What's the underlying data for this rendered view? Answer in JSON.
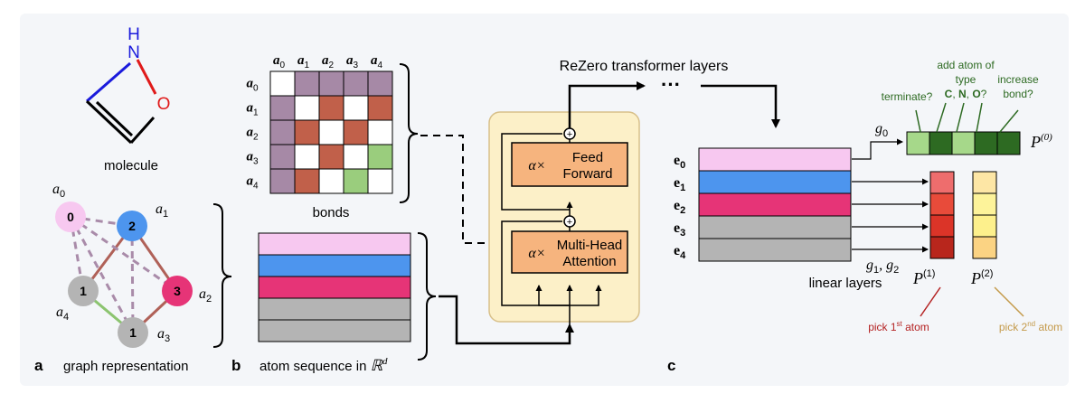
{
  "colors": {
    "panel_bg": "#f4f6f9",
    "pink": "#f7c8f0",
    "blue": "#4d95ee",
    "magenta": "#e63477",
    "gray": "#b4b4b4",
    "purple": "#a689a6",
    "brown": "#c1604a",
    "green": "#9acd7d",
    "orange_block": "#f6b47e",
    "transformer_bg": "#fcf0c8",
    "dark_green": "#2d6a22",
    "light_green": "#a6d88a",
    "red1": "#ee6d6d",
    "red2": "#e84b3a",
    "red3": "#db3428",
    "red4": "#b8261c",
    "yellow1": "#fde6a5",
    "yellow2": "#fdf39a",
    "yellow3": "#fdf08c",
    "yellow4": "#fbd383",
    "atom_red_text": "#b42222",
    "atom_gold_text": "#c49a4a"
  },
  "panel_a": {
    "molecule_label": "molecule",
    "atom_N": "N",
    "atom_H": "H",
    "atom_O": "O",
    "node_labels": [
      "0",
      "2",
      "3",
      "1",
      "1"
    ],
    "node_atoms": [
      "a",
      "a",
      "a",
      "a",
      "a"
    ],
    "node_subs": [
      "0",
      "1",
      "2",
      "3",
      "4"
    ],
    "letter": "a",
    "caption": "graph representation"
  },
  "panel_b": {
    "col_headers": [
      "a",
      "a",
      "a",
      "a",
      "a"
    ],
    "row_headers": [
      "a",
      "a",
      "a",
      "a",
      "a"
    ],
    "subs": [
      "0",
      "1",
      "2",
      "3",
      "4"
    ],
    "bonds_label": "bonds",
    "letter": "b",
    "caption": "atom sequence in ",
    "caption_math": "ℝ",
    "caption_sup": "d"
  },
  "transformer": {
    "title": "ReZero transformer layers",
    "ellipsis": "···",
    "ff_alpha": "α×",
    "ff_line1": "Feed",
    "ff_line2": "Forward",
    "mha_alpha": "α×",
    "mha_line1": "Multi-Head",
    "mha_line2": "Attention",
    "plus": "+"
  },
  "panel_c": {
    "emb_labels": [
      "e",
      "e",
      "e",
      "e",
      "e"
    ],
    "emb_subs": [
      "0",
      "1",
      "2",
      "3",
      "4"
    ],
    "g0": "g",
    "g0_sub": "0",
    "g12": "g",
    "g12_sub1": "1",
    "g12_sep": ", g",
    "g12_sub2": "2",
    "linear_layers": "linear layers",
    "P": "P",
    "P0_sup": "(0)",
    "P1_sup": "(1)",
    "P2_sup": "(2)",
    "terminate": "terminate?",
    "add_atom_line1": "add atom of",
    "add_atom_line2": "type",
    "add_atom_C": "C",
    "add_atom_N": "N",
    "add_atom_O": "O",
    "increase_bond_line1": "increase",
    "increase_bond_line2": "bond?",
    "pick1_pre": "pick 1",
    "pick1_sup": "st",
    "pick1_post": " atom",
    "pick2_pre": "pick 2",
    "pick2_sup": "nd",
    "pick2_post": " atom",
    "letter": "c"
  }
}
